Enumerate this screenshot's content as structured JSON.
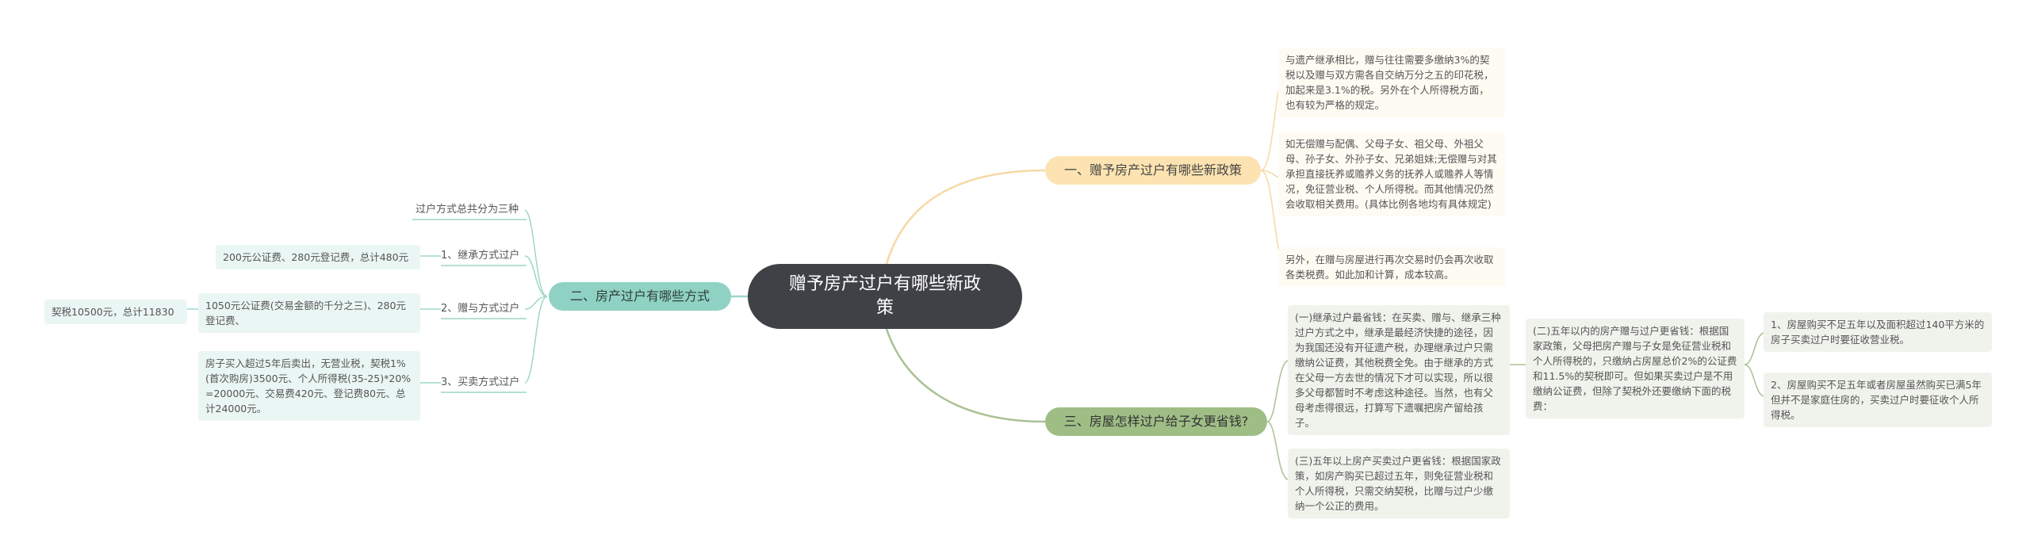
{
  "root": {
    "title": "赠予房产过户有哪些新政策"
  },
  "right_top": {
    "title": "一、赠予房产过户有哪些新政策",
    "items": [
      "与遗产继承相比，赠与往往需要多缴纳3%的契税以及赠与双方需各自交纳万分之五的印花税，加起来是3.1%的税。另外在个人所得税方面，也有较为严格的规定。",
      "如无偿赠与配偶、父母子女、祖父母、外祖父母、孙子女、外孙子女、兄弟姐妹;无偿赠与对其承担直接抚养或赡养义务的抚养人或赡养人等情况，免征营业税、个人所得税。而其他情况仍然会收取相关费用。(具体比例各地均有具体规定)",
      "另外，在赠与房屋进行再次交易时仍会再次收取各类税费。如此加和计算，成本较高。"
    ]
  },
  "right_bottom": {
    "title": "三、房屋怎样过户给子女更省钱?",
    "items": [
      "(一)继承过户最省钱：在买卖、赠与、继承三种过户方式之中，继承是最经济快捷的途径，因为我国还没有开征遗产税，办理继承过户只需缴纳公证费，其他税费全免。由于继承的方式在父母一方去世的情况下才可以实现，所以很多父母都暂时不考虑这种途径。当然，也有父母考虑得很远，打算写下遗嘱把房产留给孩子。",
      "(三)五年以上房产买卖过户更省钱：根据国家政策，如房产购买已超过五年，则免征营业税和个人所得税，只需交纳契税，比赠与过户少缴纳一个公正的费用。"
    ],
    "sub": {
      "text": "(二)五年以内的房产赠与过户更省钱：根据国家政策，父母把房产赠与子女是免征营业税和个人所得税的，只缴纳占房屋总价2%的公证费和11.5%的契税即可。但如果买卖过户是不用缴纳公证费，但除了契税外还要缴纳下面的税费：",
      "items": [
        "1、房屋购买不足五年以及面积超过140平方米的房子买卖过户时要征收营业税。",
        "2、房屋购买不足五年或者房屋虽然购买已满5年但并不是家庭住房的，买卖过户时要征收个人所得税。"
      ]
    }
  },
  "left": {
    "title": "二、房产过户有哪些方式",
    "total": "过户方式总共分为三种",
    "methods": [
      {
        "label": "1、继承方式过户",
        "detail": "200元公证费、280元登记费，总计480元"
      },
      {
        "label": "2、赠与方式过户",
        "detail": "1050元公证费(交易金额的千分之三)、280元登记费、",
        "extra": "契税10500元，总计11830"
      },
      {
        "label": "3、买卖方式过户",
        "detail": "房子买入超过5年后卖出，无营业税，契税1%(首次购房)3500元、个人所得税(35-25)*20% =20000元、交易费420元、登记费80元、总计24000元。"
      }
    ]
  },
  "colors": {
    "root": "#3f4146",
    "yellow": "#fde3b1",
    "green": "#9fbe86",
    "teal": "#8fd2c4"
  }
}
